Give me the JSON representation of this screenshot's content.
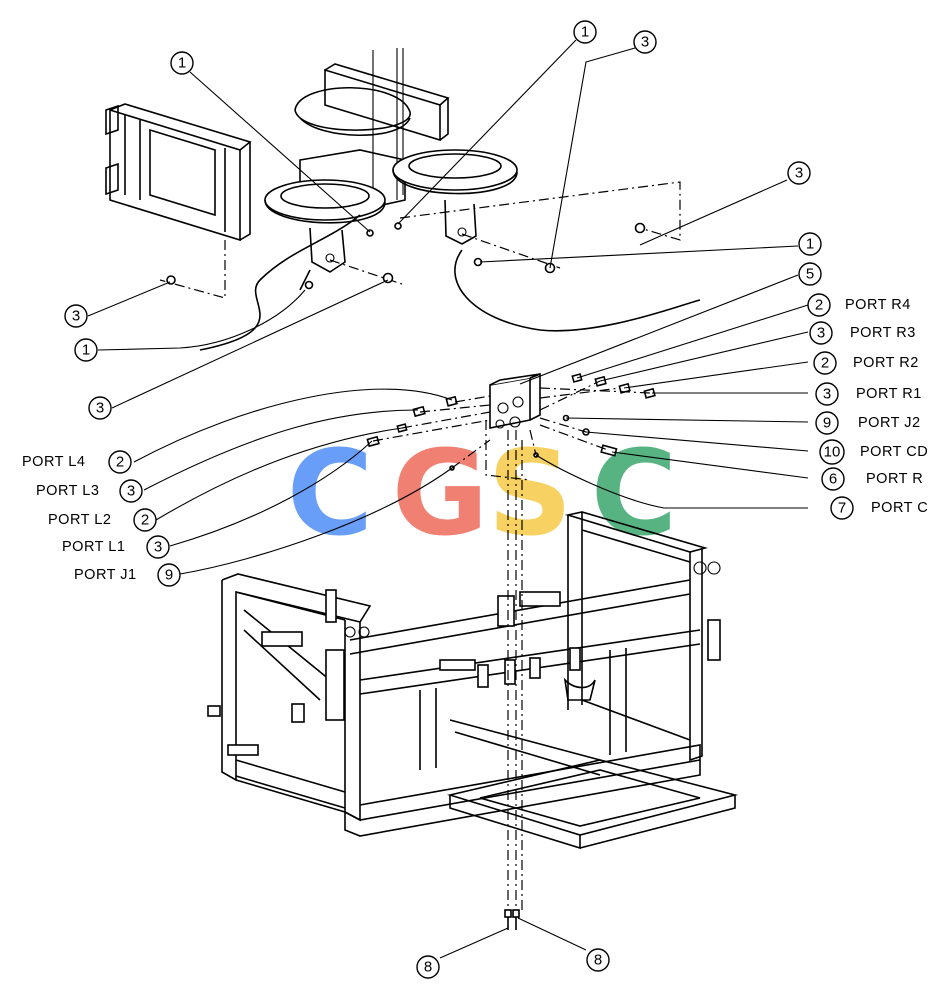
{
  "watermark": {
    "letters": [
      "C",
      "G",
      "S",
      "C"
    ],
    "colors": [
      "#4f8ef7",
      "#ee6a5a",
      "#f7c948",
      "#3aa76d"
    ]
  },
  "callouts": {
    "top_1a": "1",
    "top_1b": "1",
    "top_3a": "3",
    "right_3": "3",
    "left_3": "3",
    "left_1": "1",
    "mid_3": "3",
    "right_1": "1",
    "right_5": "5",
    "bottom_8a": "8",
    "bottom_8b": "8"
  },
  "ports_right": [
    {
      "num": "2",
      "label": "PORT R4"
    },
    {
      "num": "3",
      "label": "PORT R3"
    },
    {
      "num": "2",
      "label": "PORT R2"
    },
    {
      "num": "3",
      "label": "PORT R1"
    },
    {
      "num": "9",
      "label": "PORT J2"
    },
    {
      "num": "10",
      "label": "PORT CD"
    },
    {
      "num": "6",
      "label": "PORT R"
    },
    {
      "num": "7",
      "label": "PORT C"
    }
  ],
  "ports_left": [
    {
      "num": "2",
      "label": "PORT L4"
    },
    {
      "num": "3",
      "label": "PORT L3"
    },
    {
      "num": "2",
      "label": "PORT L2"
    },
    {
      "num": "3",
      "label": "PORT L1"
    },
    {
      "num": "9",
      "label": "PORT J1"
    }
  ]
}
